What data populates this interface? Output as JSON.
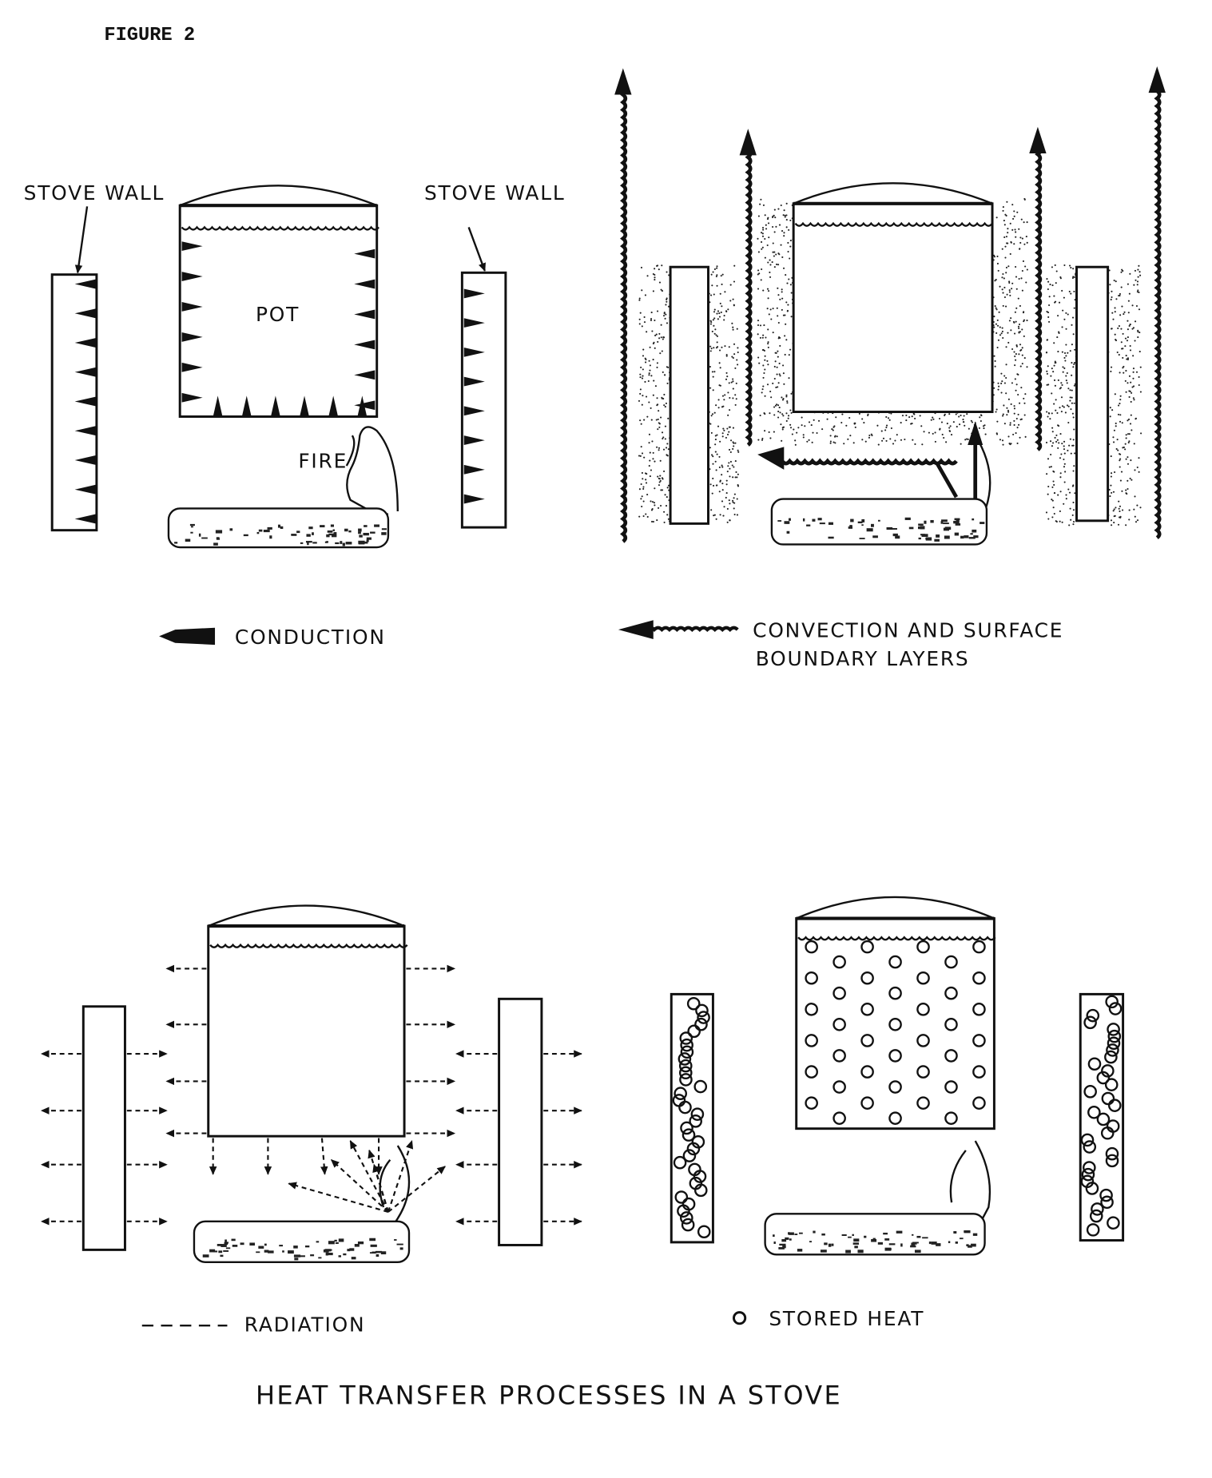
{
  "figure_label": "FIGURE 2",
  "caption": "HEAT TRANSFER PROCESSES IN A STOVE",
  "panels": {
    "conduction": {
      "stove_wall_left": "STOVE WALL",
      "stove_wall_right": "STOVE WALL",
      "pot": "POT",
      "fire": "FIRE",
      "legend": "CONDUCTION",
      "legend_icon": "solid-arrow-icon"
    },
    "convection": {
      "legend_line1": "CONVECTION AND SURFACE",
      "legend_line2": "BOUNDARY LAYERS",
      "legend_icon": "wavy-arrow-icon"
    },
    "radiation": {
      "legend": "RADIATION",
      "legend_icon": "dashed-line-icon"
    },
    "stored_heat": {
      "legend": "STORED HEAT",
      "legend_icon": "circle-icon"
    }
  }
}
